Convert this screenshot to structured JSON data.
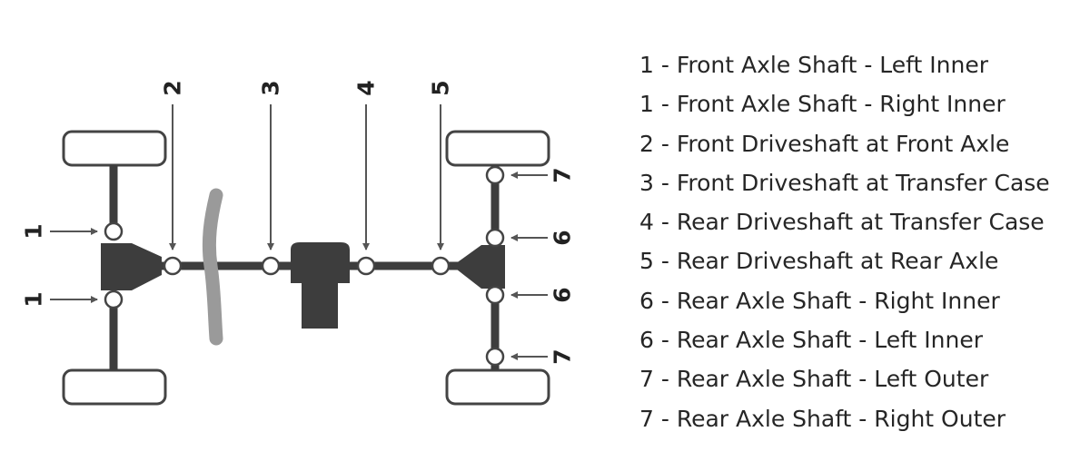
{
  "callouts": {
    "top": [
      "2",
      "3",
      "4",
      "5"
    ],
    "left": [
      "1",
      "1"
    ],
    "right": [
      "7",
      "6",
      "6",
      "7"
    ]
  },
  "legend": [
    "1 - Front Axle Shaft - Left Inner",
    "1 - Front Axle Shaft - Right Inner",
    "2 - Front Driveshaft at Front Axle",
    "3 - Front Driveshaft at Transfer Case",
    "4 - Rear Driveshaft at Transfer Case",
    "5 - Rear Driveshaft at Rear Axle",
    "6 - Rear Axle Shaft - Right Inner",
    "6 - Rear Axle Shaft - Left Inner",
    "7 - Rear Axle Shaft - Left Outer",
    "7 - Rear Axle Shaft - Right Outer"
  ],
  "colors": {
    "component": "#3d3d3d",
    "frame_rail": "#9a9a9a",
    "arrow": "#555555",
    "joint_fill": "#ffffff"
  }
}
